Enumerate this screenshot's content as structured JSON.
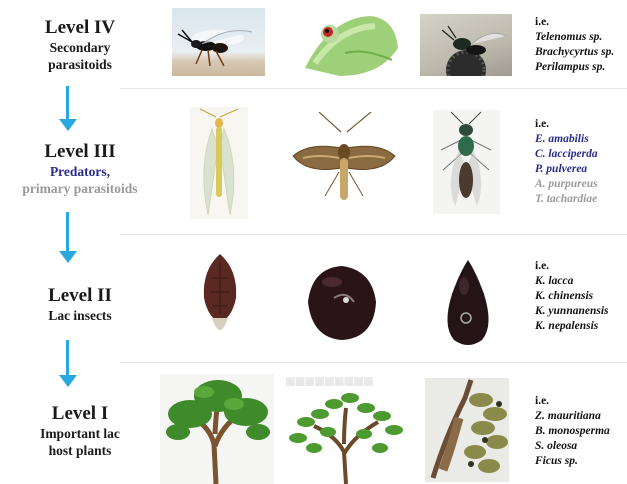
{
  "levels": [
    {
      "title": "Level IV",
      "subtitle_lines": [
        "Secondary",
        "parasitoids"
      ],
      "examples_label": "i.e.",
      "examples": [
        "Telenomus sp.",
        "Brachycyrtus sp.",
        "Perilampus sp."
      ]
    },
    {
      "title": "Level III",
      "subtitle_lines": [
        "Predators,",
        "primary parasitoids"
      ],
      "examples_label": "i.e.",
      "examples": [
        "E. amabilis",
        "C. lacciperda",
        "P. pulverea",
        "A. purpureus",
        "T. tachardiae"
      ]
    },
    {
      "title": "Level II",
      "subtitle_lines": [
        "Lac insects"
      ],
      "examples_label": "i.e.",
      "examples": [
        "K. lacca",
        "K. chinensis",
        "K. yunnanensis",
        "K. nepalensis"
      ]
    },
    {
      "title": "Level I",
      "subtitle_lines": [
        "Important lac",
        "host plants"
      ],
      "examples_label": "i.e.",
      "examples": [
        "Z. mauritiana",
        "B. monosperma",
        "S. oleosa",
        "Ficus sp."
      ]
    }
  ],
  "colors": {
    "arrow": "#2aa7e0",
    "predator_blue": "#2b2b8c",
    "parasitoid_grey": "#9a9a9a"
  },
  "images": [
    "wasp-photo",
    "leafhopper-photo",
    "parasitoid-on-scale-photo",
    "lacewing-photo",
    "moth-photo",
    "chalcid-wasp-photo",
    "lac-insect-elongate-photo",
    "lac-insect-round-photo",
    "lac-insect-pear-photo",
    "tree-illustration",
    "shrub-illustration",
    "branch-with-lac-photo"
  ]
}
